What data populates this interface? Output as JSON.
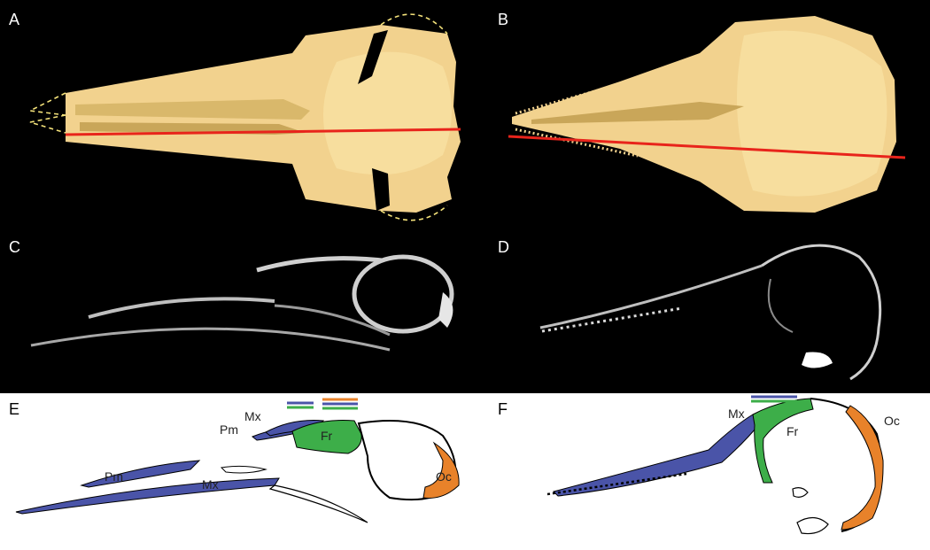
{
  "panels": {
    "a": "A",
    "b": "B",
    "c": "C",
    "d": "D",
    "e": "E",
    "f": "F"
  },
  "bone_labels_e": {
    "pm_lower": "Pm",
    "mx_lower": "Mx",
    "pm_upper": "Pm",
    "mx_upper": "Mx",
    "fr": "Fr",
    "oc": "Oc"
  },
  "bone_labels_f": {
    "mx": "Mx",
    "fr": "Fr",
    "oc": "Oc"
  },
  "colors": {
    "background": "#000000",
    "skull": "#F2D28E",
    "skull_shade": "#D9B86B",
    "reference_line": "#E8241B",
    "outline_dash": "#F4E27A",
    "ct_bone": "#BFBFBF",
    "maxilla": "#4A54A8",
    "frontal": "#3DAE49",
    "occipital": "#E8822A",
    "diagram_bg": "#FFFFFF"
  }
}
